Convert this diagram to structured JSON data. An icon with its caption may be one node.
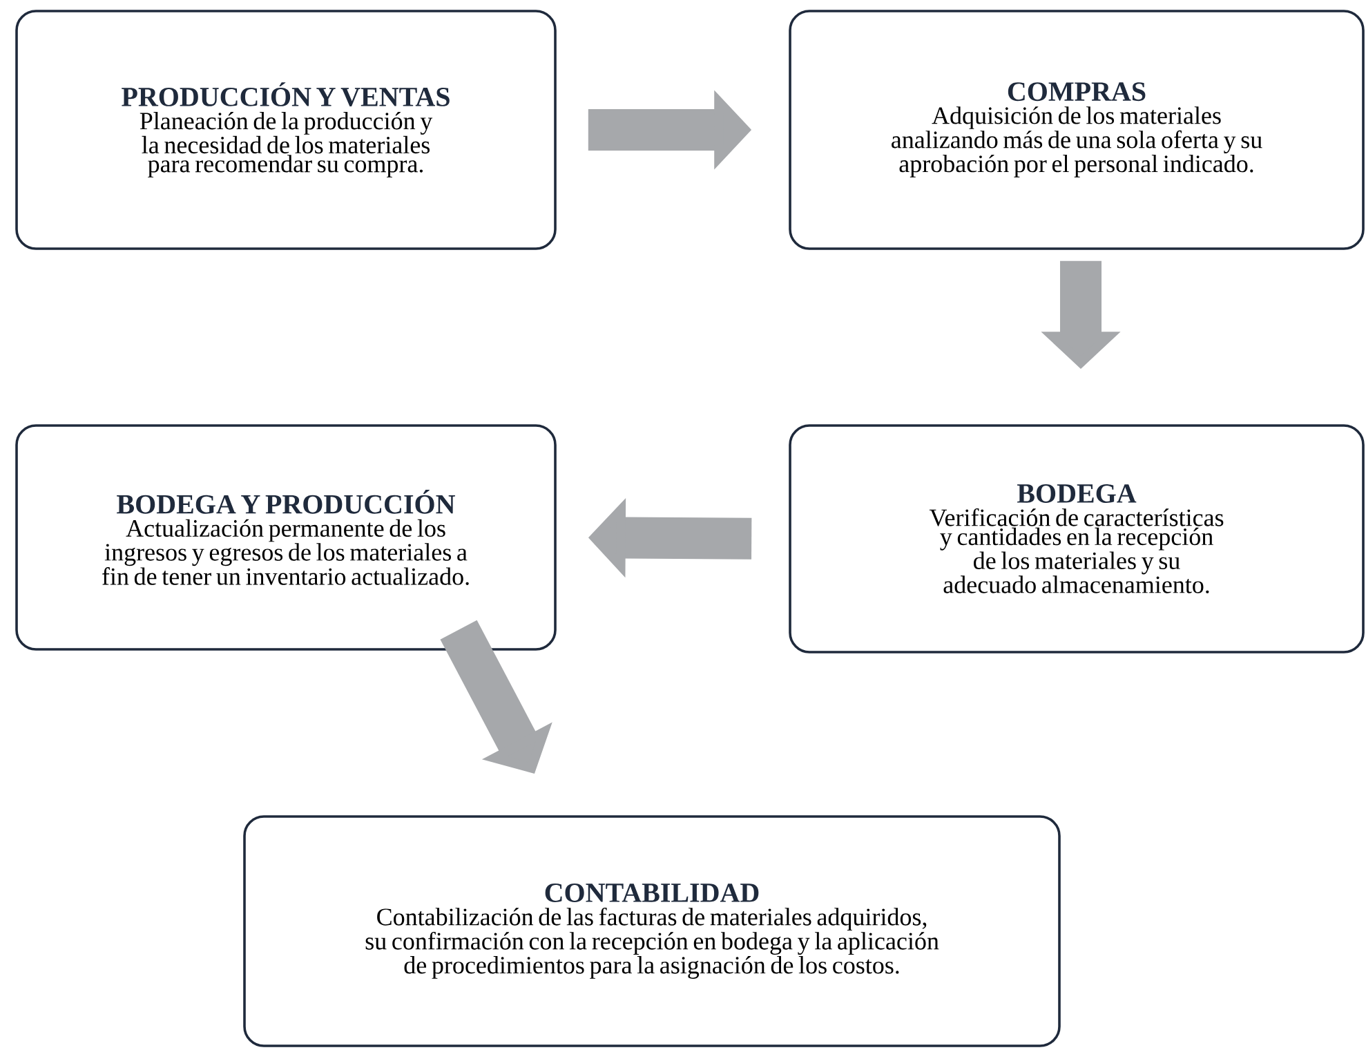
{
  "diagram": {
    "nodes": [
      {
        "text": [
          "PRODUCCIÓN Y VENTAS",
          "Planeación de la producción y la necesidad de los materiales para recomendar su compra."
        ]
      },
      {
        "text": [
          "COMPRAS",
          "Adquisición de los materiales analizando más de una sola oferta y su aprobación por el personal indicado."
        ]
      },
      {
        "text": [
          "BODEGA",
          "Verificación de características y cantidades en la recepción de los materiales y su adecuado almacenamiento."
        ]
      },
      {
        "text": [
          "BODEGA Y PRODUCCIÓN",
          "Actualización permanente de los ingresos y egresos de los materiales a fin de tener un inventario actualizado."
        ]
      },
      {
        "text": [
          "CONTABILIDAD",
          "Contabilización de las facturas de materiales adquiridos, su confirmación con la recepción en bodega y la aplicación de procedimientos para la asignación de los costos."
        ]
      }
    ],
    "edges": [
      {
        "from": 0,
        "to": 1,
        "arrow": "to"
      },
      {
        "from": 1,
        "to": 2,
        "arrow": "to"
      },
      {
        "from": 2,
        "to": 3,
        "arrow": "to"
      },
      {
        "from": 3,
        "to": 4,
        "arrow": "to"
      }
    ]
  }
}
